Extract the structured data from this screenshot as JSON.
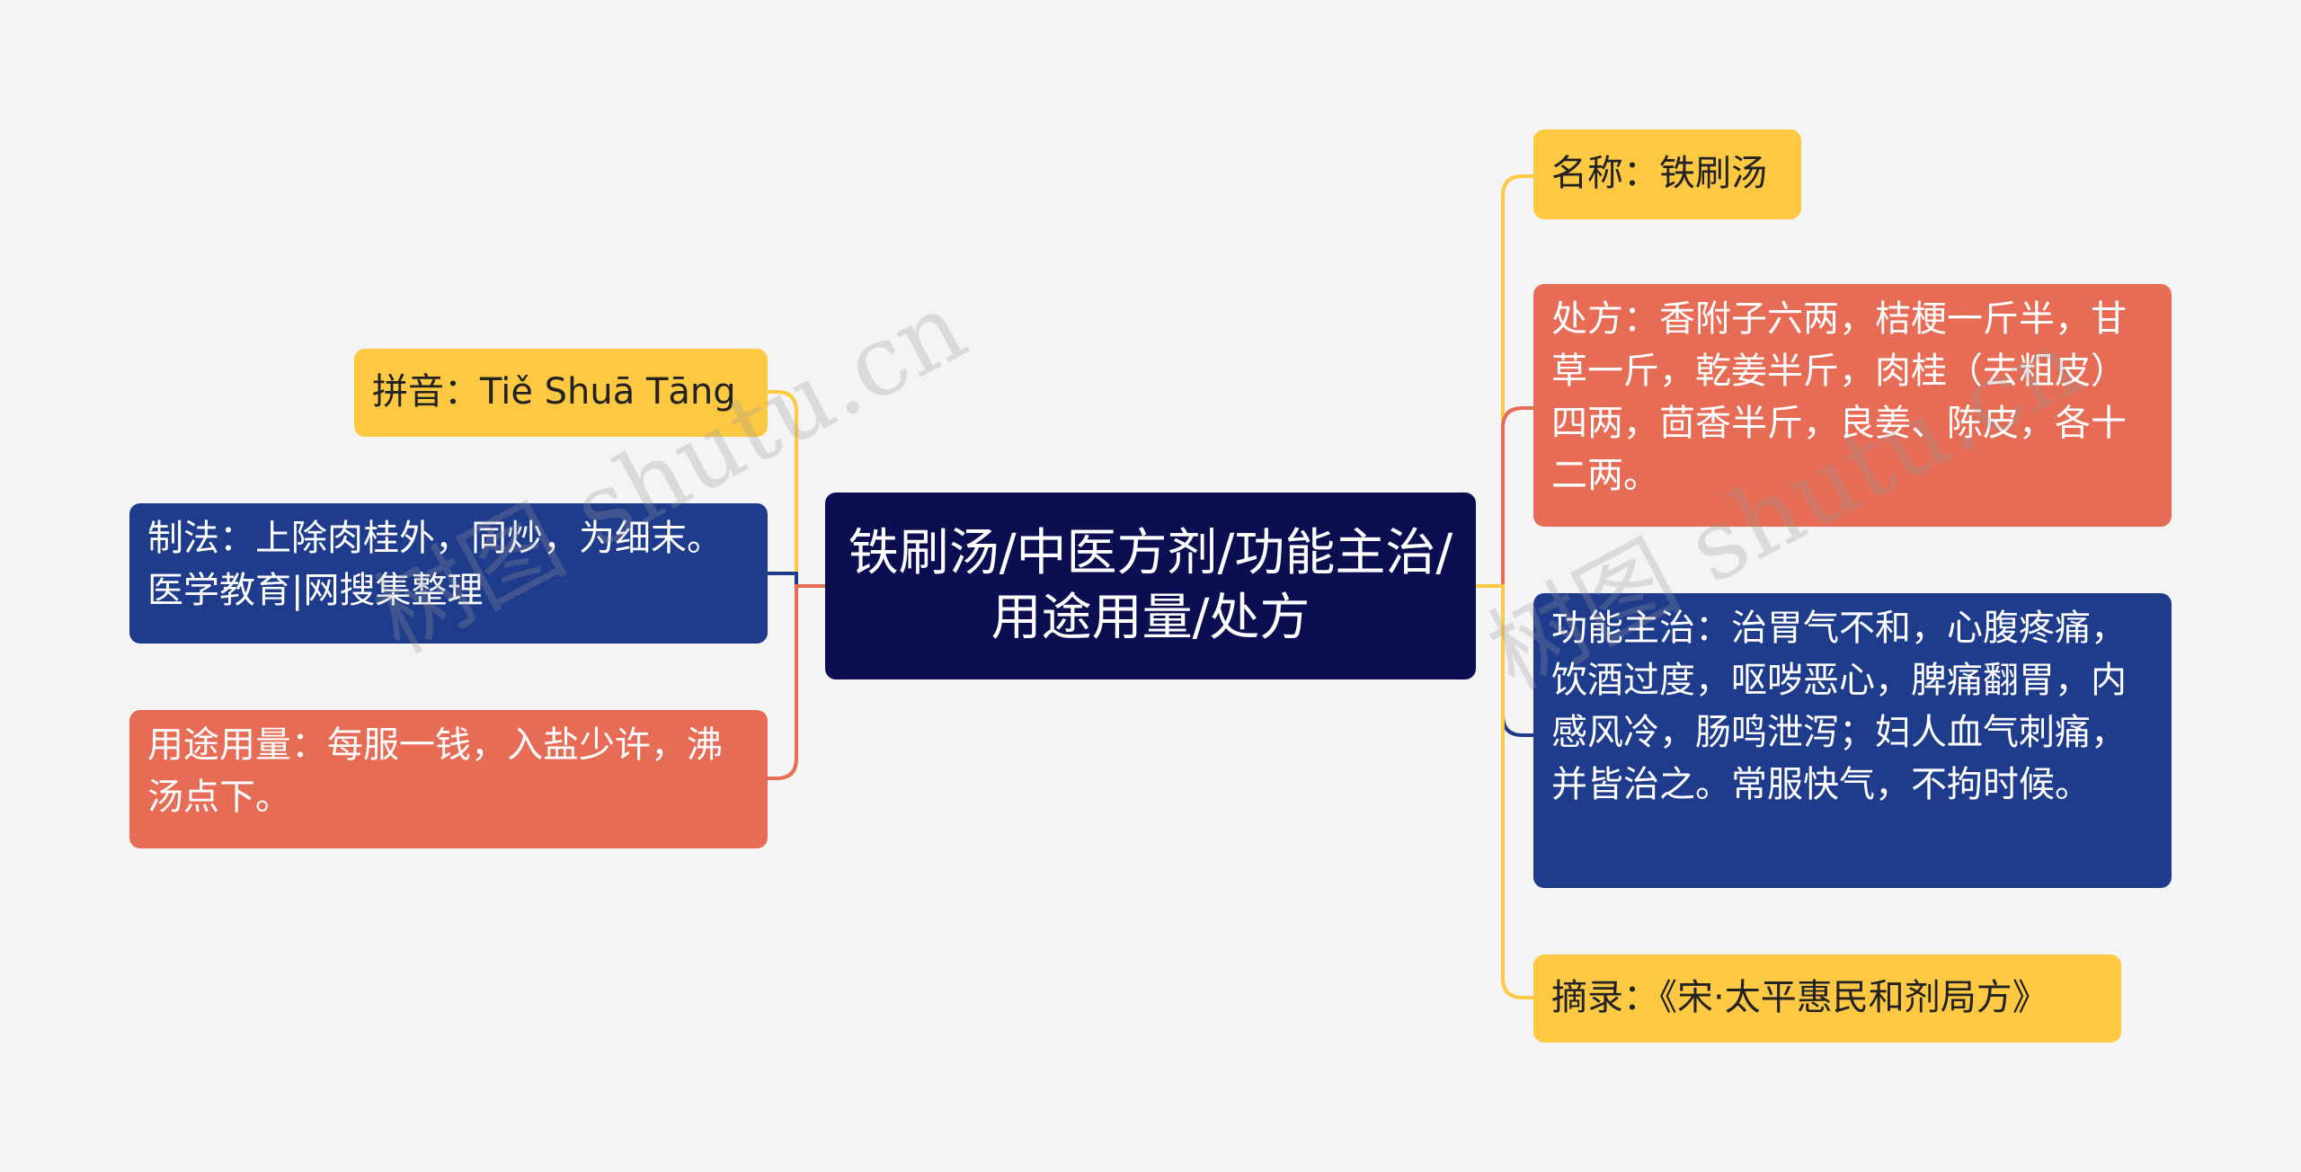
{
  "colors": {
    "background": "#f4f4f4",
    "center": "#0c0e52",
    "yellow": "#fdc943",
    "red": "#e66c56",
    "blue": "#1f3c8c"
  },
  "center": {
    "text": "铁刷汤/中医方剂/功能主治/用途用量/处方"
  },
  "left": [
    {
      "id": "pinyin",
      "color": "yellow",
      "text": "拼音：Tiě Shuā Tāng"
    },
    {
      "id": "method",
      "color": "blue",
      "text": "制法：上除肉桂外，同炒，为细末。 医学教育|网搜集整理"
    },
    {
      "id": "usage",
      "color": "red",
      "text": "用途用量：每服一钱，入盐少许，沸汤点下。"
    }
  ],
  "right": [
    {
      "id": "name",
      "color": "yellow",
      "text": "名称：铁刷汤"
    },
    {
      "id": "prescription",
      "color": "red",
      "text": "处方：香附子六两，桔梗一斤半，甘草一斤，乾姜半斤，肉桂（去粗皮）四两，茴香半斤，良姜、陈皮，各十二两。"
    },
    {
      "id": "function",
      "color": "blue",
      "text": "功能主治：治胃气不和，心腹疼痛，饮酒过度，呕哕恶心，脾痛翻胃，内感风冷，肠鸣泄泻；妇人血气刺痛，并皆治之。常服快气，不拘时候。"
    },
    {
      "id": "source",
      "color": "yellow",
      "text": "摘录：《宋·太平惠民和剂局方》"
    }
  ],
  "watermark": {
    "text": "树图 shutu.cn"
  }
}
